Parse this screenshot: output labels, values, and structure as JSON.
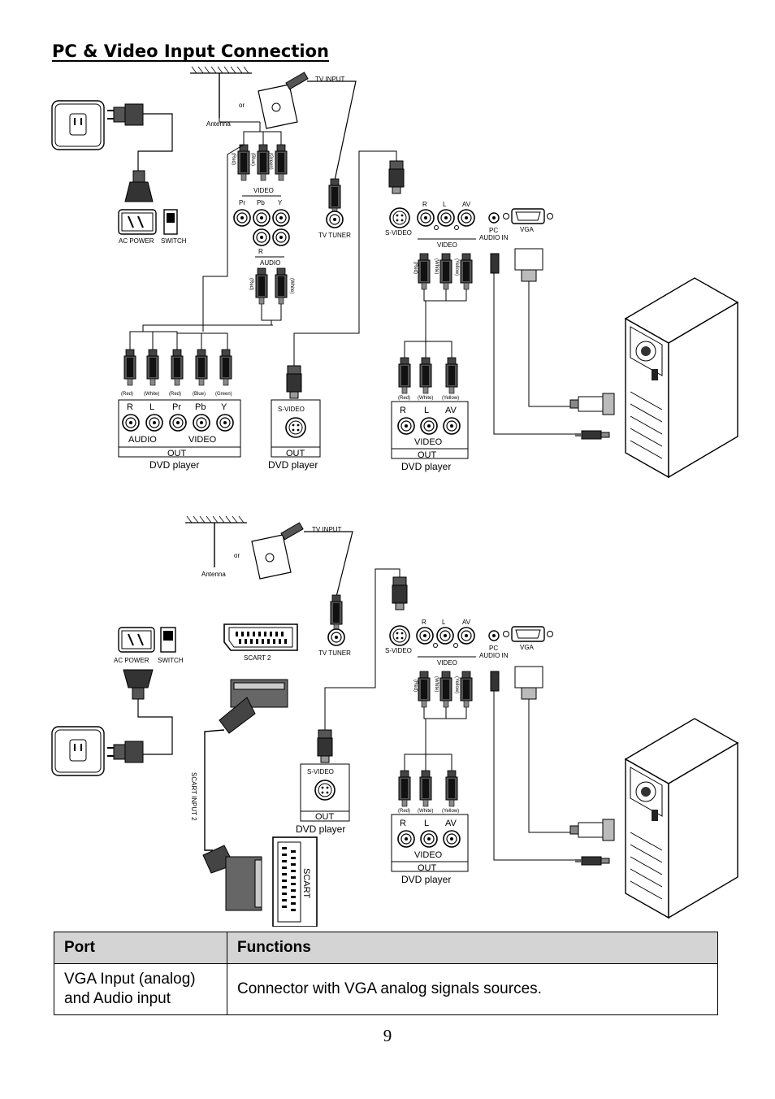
{
  "page": {
    "title": "PC & Video Input Connection",
    "page_number": "9"
  },
  "diagram1": {
    "antenna": "Antenna",
    "or": "or",
    "tv_input": "TV INPUT",
    "tv_tuner": "TV TUNER",
    "ac_power": "AC POWER",
    "switch": "SWITCH",
    "video": "VIDEO",
    "pr": "Pr",
    "pb": "Pb",
    "y": "Y",
    "r": "R",
    "audio": "AUDIO",
    "cable_red": "(Red)",
    "cable_blue": "(Blue)",
    "cable_green": "(Green)",
    "cable_white": "(White)",
    "cable_yellow": "(Yellow)",
    "svideo": "S-VIDEO",
    "l": "L",
    "av": "AV",
    "pc": "PC",
    "audio_in": "AUDIO IN",
    "vga": "VGA",
    "out": "OUT",
    "dvd_player": "DVD player"
  },
  "diagram2": {
    "antenna": "Antenna",
    "or": "or",
    "tv_input": "TV INPUT",
    "tv_tuner": "TV TUNER",
    "ac_power": "AC POWER",
    "switch": "SWITCH",
    "scart2": "SCART 2",
    "scart_input2": "SCART INPUT 2",
    "scart": "SCART",
    "svideo": "S-VIDEO",
    "r": "R",
    "l": "L",
    "av": "AV",
    "video": "VIDEO",
    "pc": "PC",
    "audio_in": "AUDIO IN",
    "vga": "VGA",
    "cable_red": "(Red)",
    "cable_white": "(White)",
    "cable_yellow": "(Yellow)",
    "out": "OUT",
    "dvd_player": "DVD player"
  },
  "table": {
    "headers": [
      "Port",
      "Functions"
    ],
    "rows": [
      [
        "VGA Input (analog) and Audio input",
        "Connector with VGA analog signals sources."
      ]
    ]
  }
}
